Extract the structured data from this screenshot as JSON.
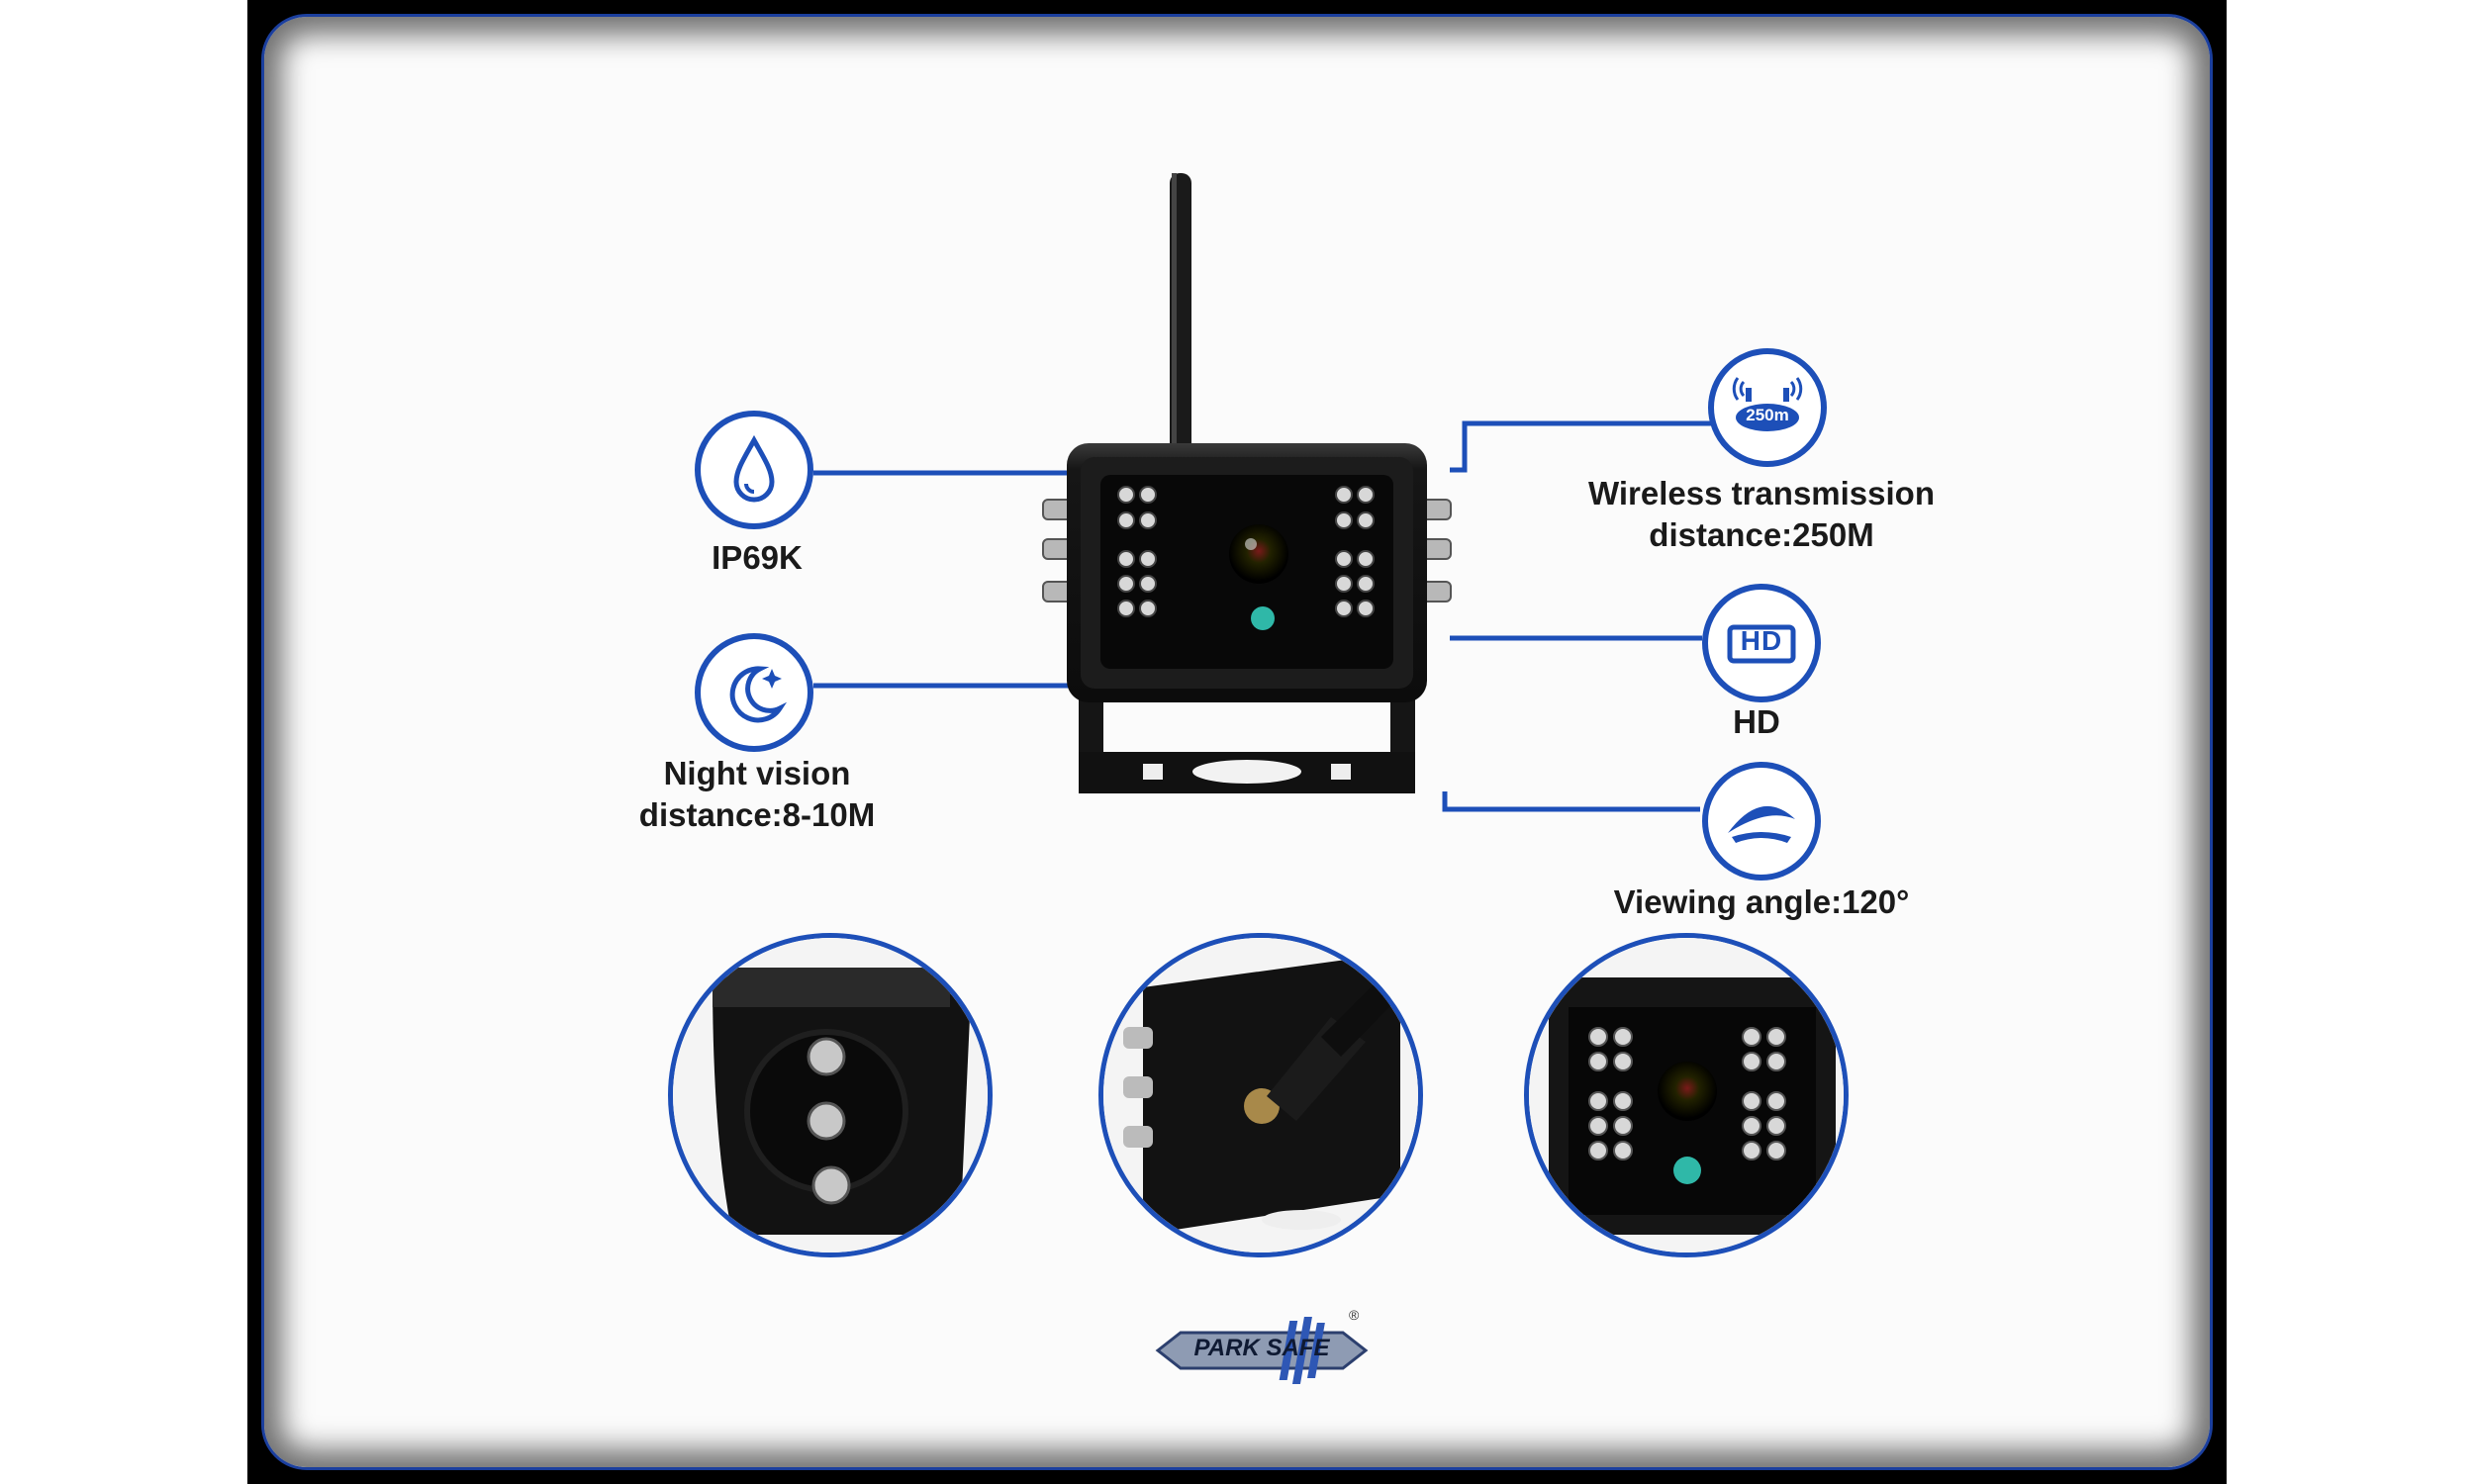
{
  "features": {
    "ip_rating": "IP69K",
    "night_vision_line1": "Night vision",
    "night_vision_line2": "distance:8-10M",
    "wireless_line1": "Wireless transmission",
    "wireless_line2": "distance:250M",
    "wireless_badge": "250m",
    "hd_badge": "HD",
    "hd_label": "HD",
    "viewing_angle": "Viewing angle:120°"
  },
  "brand": {
    "logo_text": "PARK SAFE",
    "registered_mark": "®"
  },
  "colors": {
    "accent": "#1d4fb8",
    "frame": "#000000",
    "camera": "#141414",
    "led_lens": "#2fb8a8"
  },
  "icons": [
    "water-drop-icon",
    "moon-star-icon",
    "wireless-range-icon",
    "hd-icon",
    "viewing-angle-icon"
  ]
}
